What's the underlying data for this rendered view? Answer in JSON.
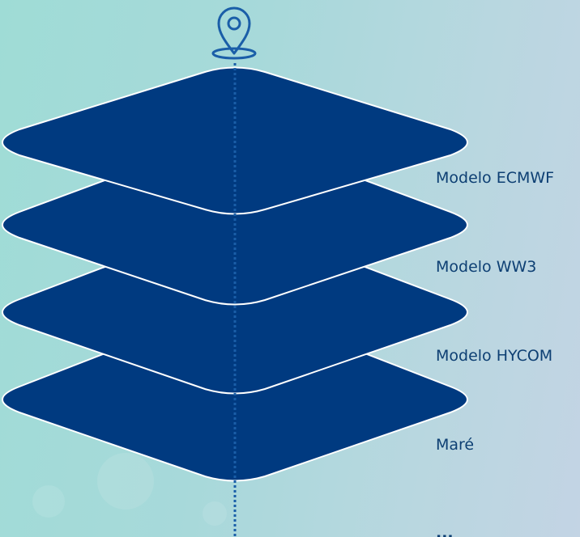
{
  "icons": {
    "pin": "location-pin-icon"
  },
  "colors": {
    "layer_fill": "#003a80",
    "layer_stroke": "#ffffff",
    "axis_line": "#1a5ea8",
    "label_text": "#0d3f73"
  },
  "layers": [
    {
      "label": "Modelo ECMWF"
    },
    {
      "label": "Modelo WW3"
    },
    {
      "label": "Modelo HYCOM"
    },
    {
      "label": "Maré"
    }
  ],
  "more_indicator": "..."
}
